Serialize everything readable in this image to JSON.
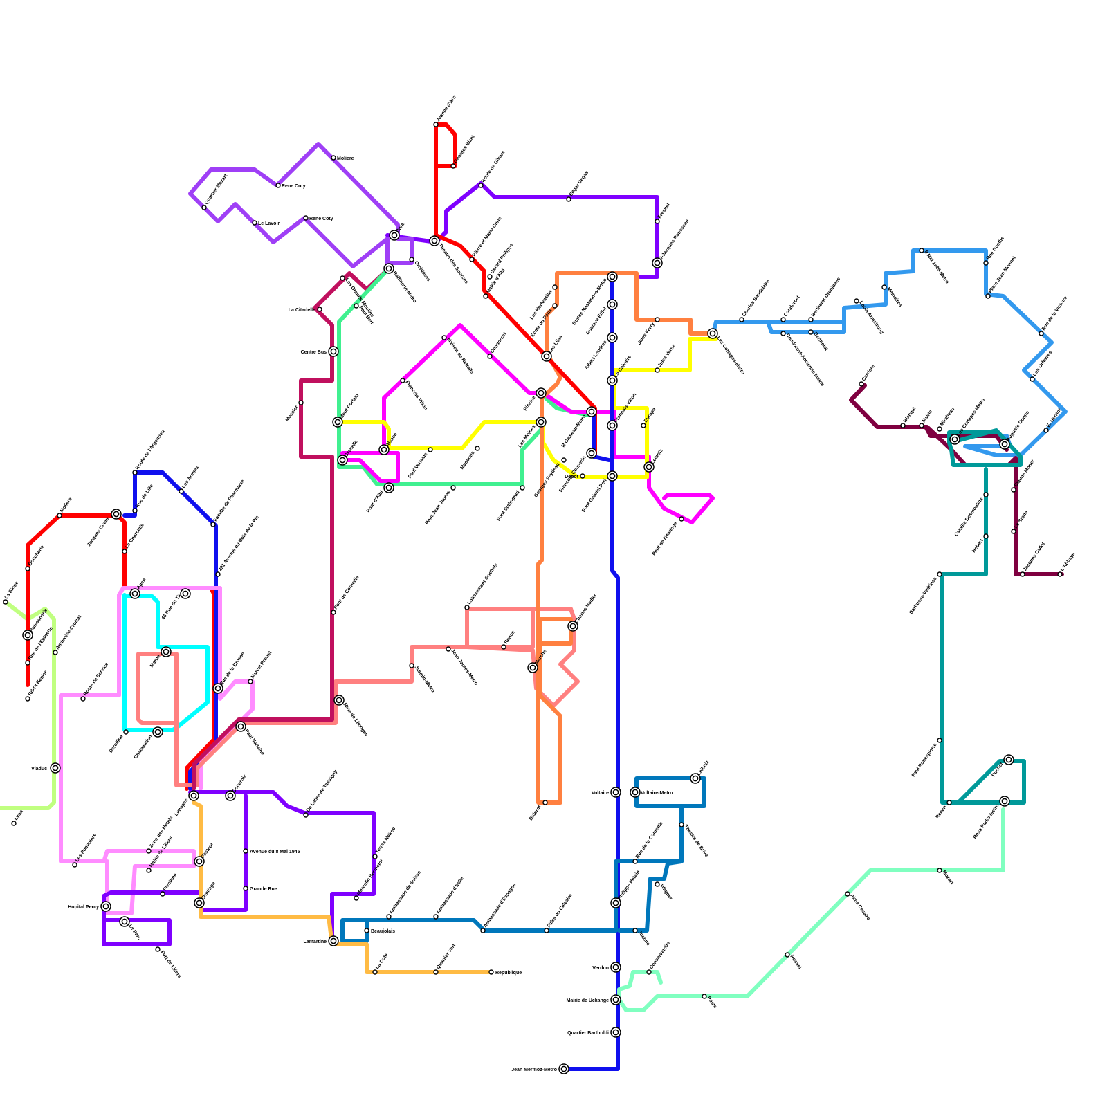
{
  "colors": {
    "red": "#ff0000",
    "blue": "#1010ee",
    "violet": "#7f00ff",
    "lavender": "#9f3ff6",
    "magenta": "#ff00ff",
    "pink": "#ff8cff",
    "salmon": "#ff8080",
    "orange": "#ff8040",
    "yellow": "#ffff00",
    "mint": "#40f090",
    "aqua": "#00ffff",
    "crimson": "#c0105e",
    "maroon": "#7f0040",
    "sky": "#3399ee",
    "teal": "#009999",
    "steel": "#0077bb",
    "gold": "#ffbb44",
    "lime": "#c0ff80",
    "seafoam": "#80ffc0"
  },
  "stations": {
    "la_singe": "La Singe",
    "poissonerie": "Poissonerie",
    "rue_epinette": "Rue de l'Epinette",
    "rd_pt_kepler": "Rd-Pt Kepler",
    "boucherie": "Boucherie",
    "moliere_w": "Moliere",
    "jacques_coeur": "Jacques Coeur",
    "rue_de_lille": "Rue de Lille",
    "route_argentieu": "Route de l'Argentieu",
    "les_arenes": "Les Arenes",
    "faculte_pharmacie": "Faculte de Pharmacie",
    "av_bois": "291 Avenue du Bois de la Pie",
    "le_charolais": "Le Charolais",
    "ambroise_croizat": "Ambroise-Croizat",
    "agen": "Agen",
    "rue_tir": "46 Rue du Tir",
    "route_service": "Route de Service",
    "viaduc": "Viaduc",
    "lyon": "Lyon",
    "marne": "Marne",
    "deroiline": "Deroiline",
    "chateaudun": "Chateaudun",
    "rue_brosse": "Rue de la Brosse",
    "marcel_proust": "Marcel Proust",
    "paul_verlaine_w": "Paul Verlaine",
    "limoges": "Limoges",
    "copernic": "Copernic",
    "de_lattre": "De Lattre de Tassigny",
    "les_pommiers": "Les Pommiers",
    "zone_hotels": "Zone des Hotels",
    "mairie_liliers": "Mairie de Liliers",
    "pasteur": "Pasteur",
    "hopital_percy": "Hopital Percy",
    "pivoinne": "Pivoinne",
    "ermitage": "Ermitage",
    "le_parc": "Le Parc",
    "fort_liliers": "Fort de Liliers",
    "av_8_mai": "Avenue du 8 Mai 1945",
    "grande_rue": "Grande Rue",
    "terres_noires": "Terres Noires",
    "marcelin_berthelot": "Marcelin Berthelot",
    "ambassade_suisse": "Ambassade de Suisse",
    "ambassade_italie": "Ambassade d'Italie",
    "ambassade_espagne": "Ambassade d'Espagne",
    "beaujolais": "Beaujolais",
    "lamartine": "Lamartine",
    "la_cote": "La Cote",
    "quartier_vert": "Quartier Vert",
    "republique": "Republique",
    "quartier_mozart": "Quartier Mozart",
    "rene_coty_1": "Rene Coty",
    "rene_coty_2": "Rene Coty",
    "moliere_n": "Moliere",
    "le_lavoir": "Le Lavoir",
    "jura": "Jura",
    "orchidees": "Orchidees",
    "raffinerie": "Raffinerie-Metro",
    "la_citadelle": "La Citadelle",
    "grands_moulins": "Les Grands Moulins",
    "paul_bert": "Paul Bert",
    "centre_bus": "Centre Bus",
    "messier": "Messier",
    "mont_portain": "Mont Portain",
    "grenelle": "Grenelle",
    "alsace": "Alsace",
    "pont_albi": "Pont d'Albi",
    "paul_verlaine_c": "Paul Verlaine",
    "pont_corneille": "Pont de Corneille",
    "mine_limoges": "Mine de Limoges",
    "jeanne_arc": "Jeanne d'Arc",
    "georges_bizet": "Georges Bizet",
    "theatre_sources": "Theatre des Sources",
    "route_givors": "Route de Givors",
    "edgar_degas": "Edgar Degas",
    "pierre_marie_curie": "Pierre et Marie Curie",
    "gerard_philippe": "Gerard Philippe",
    "mairie_albi": "Mairie d'Albi",
    "maison_retraite": "Maison de Retraite",
    "condorcet_c": "Condorcet",
    "francois_villon_c": "Francois Villon",
    "myosotis": "Myosotis",
    "pont_jean_jaures": "Pont Jean Jaures",
    "pont_stalingrad": "Pont Stalingrad",
    "lotissement_goebels": "Lotissement Goebels",
    "renoir": "Renoir",
    "jasmin": "Jasmin-Metro",
    "jean_jaures": "Jean Jaures-Metro",
    "marche": "Marche",
    "charles_nodier": "Charles Nodier",
    "diderot": "Diderot",
    "les_hortensias": "Les Hortensias",
    "ecole_paris": "Ecole du Paris",
    "les_lilas": "Les Lilas",
    "piscine": "Piscine",
    "les_moines": "Les Moines",
    "georges_feydeau": "Georges Feydeau",
    "r_gameau": "R Gameau-Metro",
    "francois_couperin": "Francois Couperin",
    "depot": "Depot",
    "buttes": "Buttes Nostannes-Metro",
    "gustave_eiffel": "Gustave Eiffel",
    "albert_londres": "Albert Londres",
    "le_calvaire": "Le Calvaire",
    "francois_villon_e": "Francois Villon",
    "pont_gabriel_peri": "Pont Gabriel Peri",
    "fresnel": "Fresnel",
    "jj_rousseau": "J-Jacques Rousseau",
    "jules_ferry": "Jules Ferry",
    "jules_verne": "Jules Verne",
    "europe": "Europe",
    "leibniz": "Leibniz",
    "pont_horloge": "Pont de l'Horloge",
    "les_cottages": "Les Cottages-Metro",
    "charles_baudelaire": "Charles Baudelaire",
    "condorcet_e": "Condorcet",
    "condorcet_ancienne": "Condorcet-Ancienne Mairie",
    "berthelot_orchidees": "Berthelot-Orchidees",
    "berthelot": "Berthelot",
    "louis_armstrong": "Louis Armstrong",
    "memoires": "Memoires",
    "mai_1945": "8 Mai 1945-Metro",
    "rue_goethe": "Rue Goethe",
    "place_jean_monnet": "Place Jean Monnet",
    "rue_victoire": "Rue de la Victoire",
    "les_orfevres": "Les Orfevres",
    "e_herriot": "E. Herriot",
    "auguste_comte": "Auguste Comte",
    "carriere": "Carriere",
    "blanqui": "Blanqui",
    "mairie_e": "Mairie",
    "mirabeau": "Mirabeau",
    "les_cottages_2": "Les Cottages-Metro",
    "claude_monet": "Claude Monet",
    "camille_desmoulins": "Camille Desmoulins",
    "le_stade": "Le Stade",
    "hebert": "Hebert",
    "jacques_callot": "Jacques Callot",
    "l_abbaye": "L'Abbaye",
    "barbusse": "Barbusse-Vedrines",
    "paul_robespierre": "Paul Robespierre",
    "renan": "Renan",
    "puchet": "Puchet",
    "rosa_parks": "Rosa Parks-Metro",
    "mozart_e": "Mozart",
    "aime_cesaire": "Aime Cesaire",
    "rossel": "Rossel",
    "poste": "Poste",
    "conservatoire": "Conservatoire",
    "voltaire": "Voltaire",
    "voltaire_metro": "Voltaire-Metro",
    "leibniz_s": "Leibniz",
    "theatre_brive": "Theatre de Brive",
    "rue_comedie": "Rue de la Comedie",
    "philippe_petain": "Philippe Petain",
    "wagner": "Wagner",
    "filles_calvaire": "Filles du Calvaire",
    "joanne": "Joanne",
    "verdun": "Verdun",
    "mairie_uckange": "Mairie de Uckange",
    "quartier_bartholdi": "Quartier Bartholdi",
    "jean_mermoz": "Jean Mermoz-Metro"
  }
}
